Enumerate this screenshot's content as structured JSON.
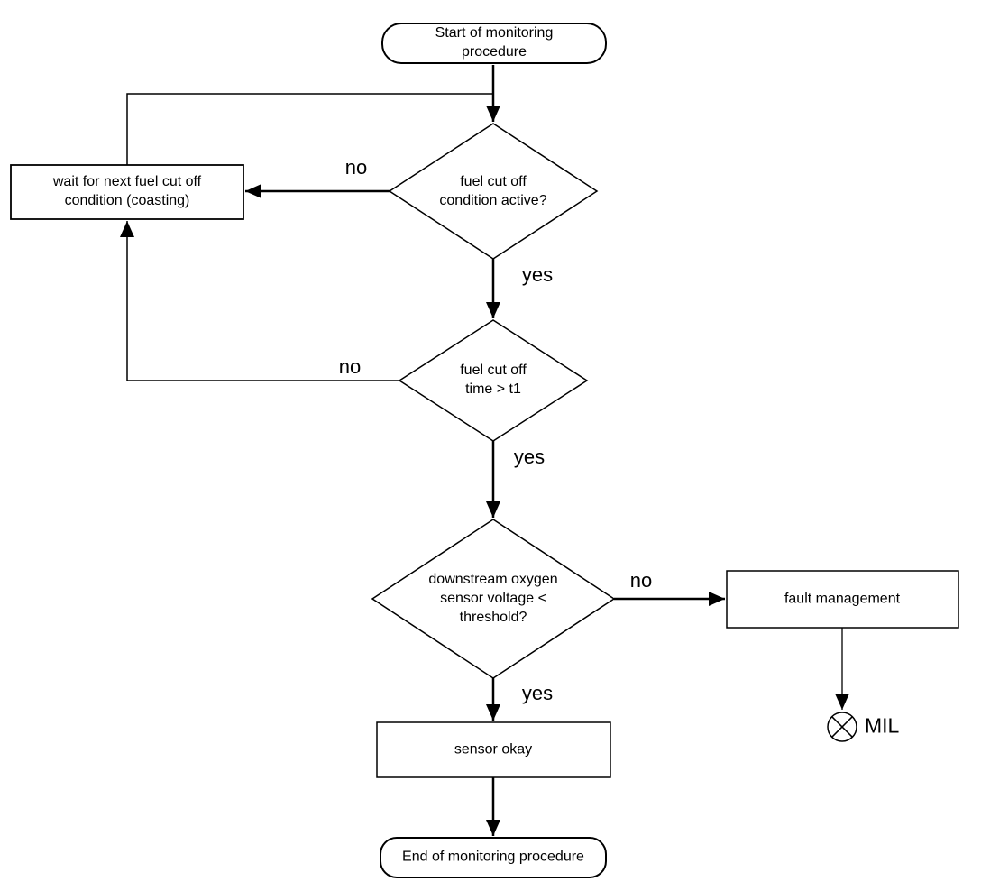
{
  "diagram": {
    "type": "flowchart",
    "background_color": "#ffffff",
    "line_color": "#000000",
    "nodes": {
      "start": {
        "type": "terminator",
        "label": "Start of monitoring\nprocedure"
      },
      "decision_fuel_cut_off_active": {
        "type": "decision",
        "label": "fuel cut off\ncondition active?"
      },
      "wait": {
        "type": "process",
        "label": "wait for next fuel cut off\ncondition (coasting)"
      },
      "decision_fuel_cut_off_time": {
        "type": "decision",
        "label": "fuel cut off\ntime > t1"
      },
      "decision_sensor_voltage": {
        "type": "decision",
        "label": "downstream oxygen\nsensor voltage <\nthreshold?"
      },
      "fault_management": {
        "type": "process",
        "label": "fault management"
      },
      "sensor_okay": {
        "type": "process",
        "label": "sensor okay"
      },
      "end": {
        "type": "terminator",
        "label": "End of monitoring procedure"
      },
      "mil": {
        "type": "indicator-lamp",
        "label": "MIL"
      }
    },
    "edge_labels": {
      "d1_no": "no",
      "d1_yes": "yes",
      "d2_no": "no",
      "d2_yes": "yes",
      "d3_no": "no",
      "d3_yes": "yes"
    },
    "edges": [
      {
        "from": "start",
        "to": "decision_fuel_cut_off_active",
        "label": ""
      },
      {
        "from": "decision_fuel_cut_off_active",
        "to": "wait",
        "label": "no"
      },
      {
        "from": "decision_fuel_cut_off_active",
        "to": "decision_fuel_cut_off_time",
        "label": "yes"
      },
      {
        "from": "wait",
        "to": "decision_fuel_cut_off_active",
        "label": ""
      },
      {
        "from": "decision_fuel_cut_off_time",
        "to": "wait",
        "label": "no"
      },
      {
        "from": "decision_fuel_cut_off_time",
        "to": "decision_sensor_voltage",
        "label": "yes"
      },
      {
        "from": "decision_sensor_voltage",
        "to": "fault_management",
        "label": "no"
      },
      {
        "from": "decision_sensor_voltage",
        "to": "sensor_okay",
        "label": "yes"
      },
      {
        "from": "fault_management",
        "to": "mil",
        "label": ""
      },
      {
        "from": "sensor_okay",
        "to": "end",
        "label": ""
      }
    ]
  }
}
